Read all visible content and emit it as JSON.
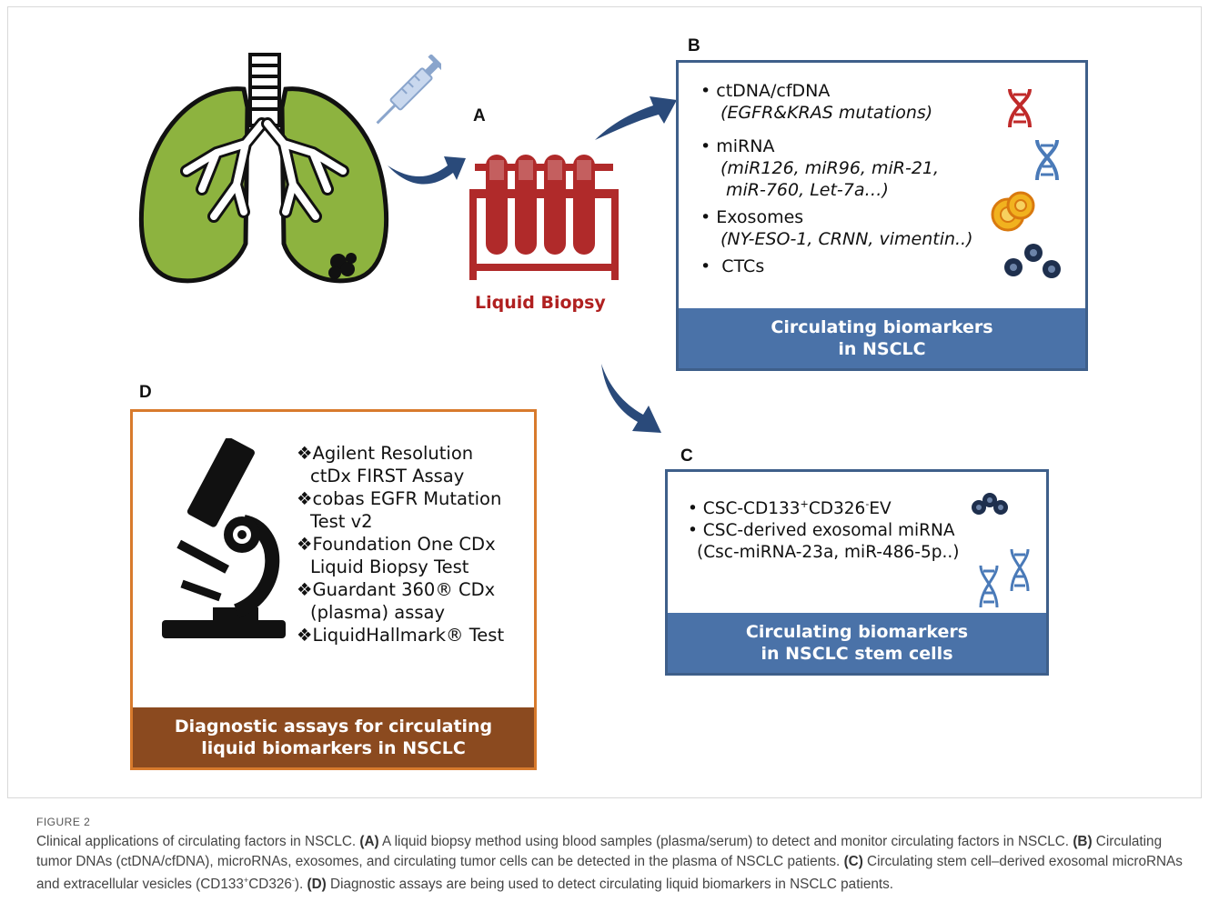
{
  "panels": {
    "a_letter": "A",
    "b_letter": "B",
    "c_letter": "C",
    "d_letter": "D"
  },
  "liquid_biopsy_label": "Liquid Biopsy",
  "box_b": {
    "items": [
      {
        "title": "ctDNA/cfDNA",
        "sub1": "(EGFR&KRAS mutations)"
      },
      {
        "title": "miRNA",
        "sub1": "(miR126, miR96, miR-21,",
        "sub2": "miR-760, Let-7a…)"
      },
      {
        "title": "Exosomes",
        "sub1": "(NY-ESO-1, CRNN, vimentin..)"
      },
      {
        "title": "CTCs"
      }
    ],
    "footer_line1": "Circulating biomarkers",
    "footer_line2": "in NSCLC"
  },
  "box_c": {
    "item1_a": "CSC-CD133",
    "item1_sup1": "+",
    "item1_b": "CD326",
    "item1_sup2": "-",
    "item1_c": "EV",
    "item2": "CSC-derived exosomal miRNA",
    "item2_sub": "(Csc-miRNA-23a, miR-486-5p..)",
    "footer_line1": "Circulating biomarkers",
    "footer_line2": "in NSCLC stem cells"
  },
  "box_d": {
    "items": [
      "❖Agilent Resolution",
      "ctDx FIRST Assay",
      "❖cobas EGFR Mutation",
      "Test v2",
      "❖Foundation One CDx",
      "Liquid Biopsy Test",
      "❖Guardant 360® CDx",
      "(plasma) assay",
      "❖LiquidHallmark® Test"
    ],
    "footer_line1": "Diagnostic assays for circulating",
    "footer_line2": "liquid biomarkers in NSCLC"
  },
  "caption": {
    "figure_label": "FIGURE 2",
    "s0": "Clinical applications of circulating factors in NSCLC. ",
    "la": "(A)",
    "s1": " A liquid biopsy method using blood samples (plasma/serum) to detect and monitor circulating factors in NSCLC. ",
    "lb": "(B)",
    "s2": " Circulating tumor DNAs (ctDNA/cfDNA), microRNAs, exosomes, and circulating tumor cells can be detected in the plasma of NSCLC patients. ",
    "lc": "(C)",
    "s3a": " Circulating stem cell–derived exosomal microRNAs and extracellular vesicles (CD133",
    "s3sup1": "+",
    "s3b": "CD326",
    "s3sup2": "-",
    "s3c": "). ",
    "ld": "(D)",
    "s4": " Diagnostic assays are being used to detect circulating liquid biomarkers in NSCLC patients."
  },
  "colors": {
    "lung_green": "#8db33f",
    "tube_red": "#b02a2a",
    "arrow_blue": "#2a4a7a",
    "box_blue": "#4a72a8",
    "box_orange_border": "#d87a2c",
    "box_brown": "#8b4a1f"
  }
}
